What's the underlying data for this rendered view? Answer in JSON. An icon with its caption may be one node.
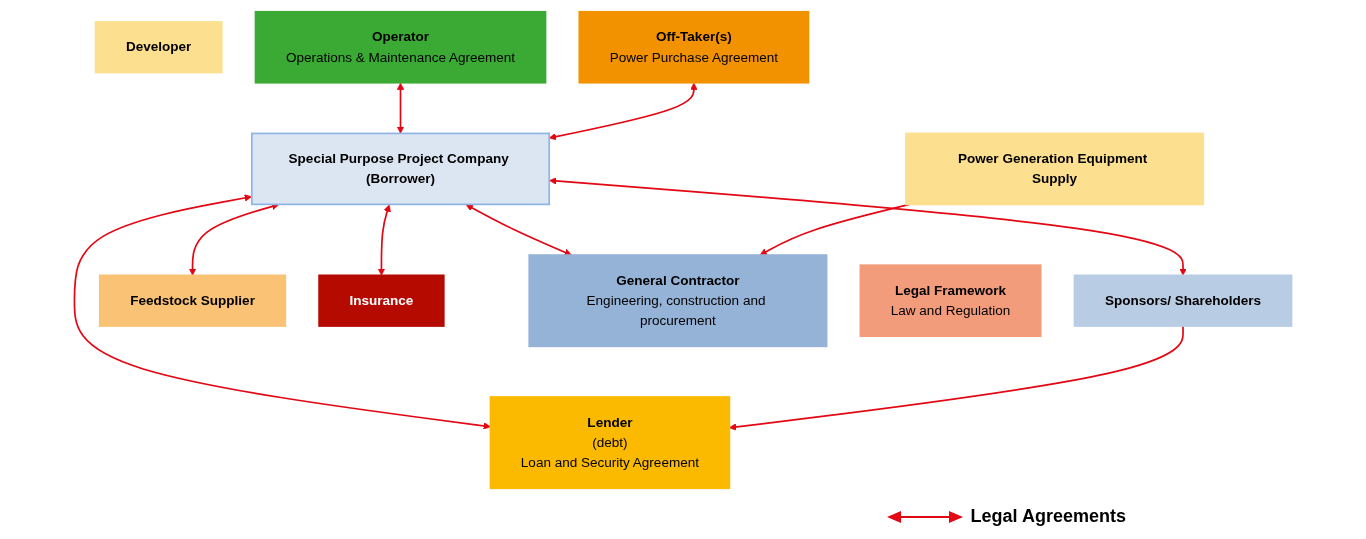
{
  "diagram": {
    "nodes": [
      {
        "text": [
          "Developer"
        ]
      },
      {
        "text": [
          "Off-Taker(s)",
          "Power Purchase Agreement"
        ]
      },
      {
        "text": [
          "Operator",
          "Operations & Maintenance Agreement"
        ]
      },
      {
        "text": [
          "Sponsors/ Shareholders"
        ]
      },
      {
        "text": [
          "Power Generation Equipment Supply"
        ]
      },
      {
        "text": [
          "Special Purpose Project Company (Borrower)"
        ]
      },
      {
        "text": [
          "Lender",
          "(debt)",
          "Loan and Security Agreement"
        ]
      },
      {
        "text": [
          "General Contractor",
          "Engineering, construction and procurement"
        ]
      },
      {
        "text": [
          "Feedstock Supplier"
        ]
      },
      {
        "text": [
          "Insurance"
        ]
      },
      {
        "text": [
          "Legal Framework",
          "Law and Regulation"
        ]
      }
    ],
    "edges": [
      {
        "from": 5,
        "to": 1,
        "arrow": "both"
      },
      {
        "from": 5,
        "to": 2,
        "arrow": "both"
      },
      {
        "from": 5,
        "to": 3,
        "arrow": "both"
      },
      {
        "from": 3,
        "to": 6,
        "arrow": "to"
      },
      {
        "from": 5,
        "to": 6,
        "arrow": "both"
      },
      {
        "from": 4,
        "to": 7,
        "arrow": "to"
      },
      {
        "from": 5,
        "to": 7,
        "arrow": "both"
      },
      {
        "from": 5,
        "to": 8,
        "arrow": "both"
      },
      {
        "from": 5,
        "to": 9,
        "arrow": "both"
      }
    ],
    "legend": [
      {
        "text": "Legal Agreements"
      }
    ]
  }
}
